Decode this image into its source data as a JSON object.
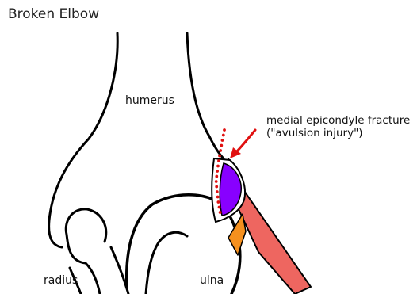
{
  "title": "Broken Elbow",
  "labels": {
    "humerus": "humerus",
    "radius": "radius",
    "ulna": "ulna",
    "fracture_line1": "medial epicondyle fracture",
    "fracture_line2": "(\"avulsion injury\")"
  },
  "colors": {
    "outline": "#000000",
    "fragment": "#8800ff",
    "cartilage": "#f5901e",
    "ligament": "#ee6660",
    "fracture_marker": "#e01010"
  }
}
